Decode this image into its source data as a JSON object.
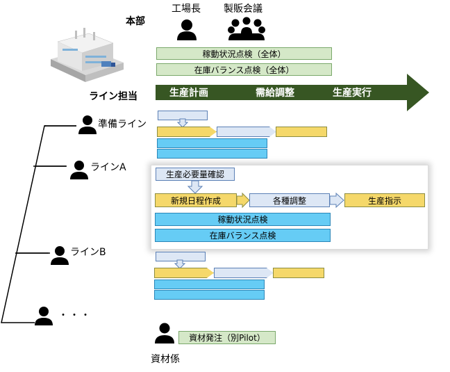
{
  "labels": {
    "honbu": "本部",
    "factory_manager": "工場長",
    "sales_meeting": "製販会議",
    "line_team": "ライン担当",
    "prep_line": "準備ライン",
    "line_a": "ラインA",
    "line_b": "ラインB",
    "ellipsis": "・・・",
    "materials_staff": "資材係"
  },
  "honbu_tasks": {
    "operation_check_all": "稼動状況点検（全体）",
    "inventory_check_all": "在庫バランス点検（全体）"
  },
  "flow_arrow": {
    "steps": [
      "生産計画",
      "需給調整",
      "生産実行"
    ],
    "color": "#375623"
  },
  "line_a_detail": {
    "requirement_check": "生産必要量確認",
    "new_schedule": "新規日程作成",
    "adjustments": "各種調整",
    "production_order": "生産指示",
    "operation_check": "稼動状況点検",
    "inventory_check": "在庫バランス点検"
  },
  "materials": {
    "order_task": "資材発注（別Pilot）"
  },
  "icons": {
    "factory": "factory-building-icon",
    "person": "person-icon",
    "group": "group-meeting-icon"
  },
  "colors": {
    "green_box": "#d5e8c8",
    "blue_box": "#66ccf5",
    "light_box": "#dde7f5",
    "yellow_box": "#f5d86a"
  }
}
